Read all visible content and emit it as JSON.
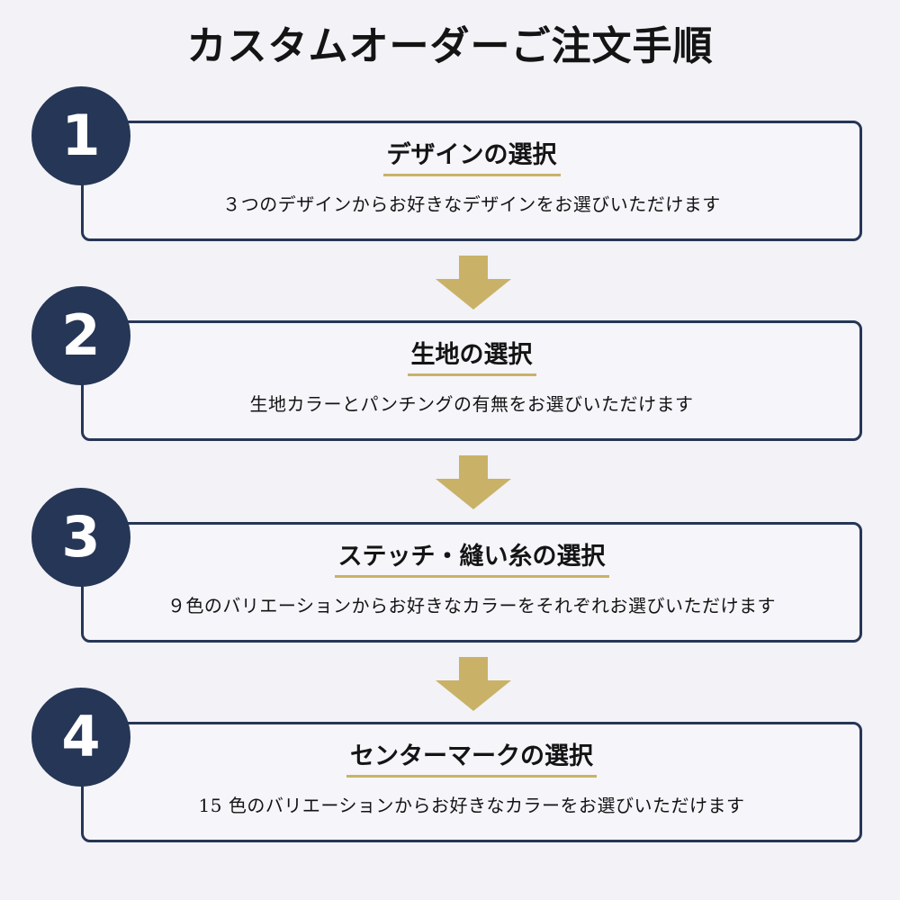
{
  "title": "カスタムオーダーご注文手順",
  "steps": [
    {
      "number": "1",
      "heading": "デザインの選択",
      "description": "３つのデザインからお好きなデザインをお選びいただけます"
    },
    {
      "number": "2",
      "heading": "生地の選択",
      "description": "生地カラーとパンチングの有無をお選びいただけます"
    },
    {
      "number": "3",
      "heading": "ステッチ・縫い糸の選択",
      "description": "９色のバリエーションからお好きなカラーをそれぞれお選びいただけます"
    },
    {
      "number": "4",
      "heading": "センターマークの選択",
      "description": "15 色のバリエーションからお好きなカラーをお選びいただけます"
    }
  ],
  "colors": {
    "background": "#f2f2f7",
    "navy": "#263656",
    "gold": "#c9b267"
  },
  "icons": {
    "arrow": "arrow-down-icon"
  }
}
